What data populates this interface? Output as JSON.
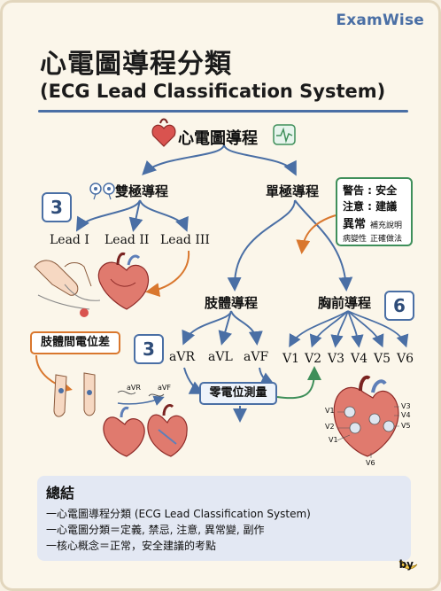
{
  "brand": "ExamWise",
  "title": "心電圖導程分類",
  "subtitle": "(ECG Lead Classification System)",
  "root": {
    "label": "心電圖導程",
    "icon": "heart-icon",
    "badge_icon": "ecg-wave-icon"
  },
  "bipolar": {
    "label": "雙極導程",
    "icon": "electrode-icon",
    "count": "3",
    "leads": [
      "Lead I",
      "Lead II",
      "Lead III"
    ]
  },
  "unipolar": {
    "label": "單極導程"
  },
  "warning": {
    "line1": "警告 : 安全",
    "line2": "注意 : 建議",
    "line3_main": "異常",
    "line3_note": "補充說明",
    "line4_a": "病變性",
    "line4_b": "正確做法"
  },
  "limb": {
    "label": "肢體導程",
    "count": "3",
    "leads": [
      "aVR",
      "aVL",
      "aVF"
    ],
    "diff_label": "肢體間電位差",
    "mini_labels": [
      "aVR",
      "aVF"
    ]
  },
  "chest": {
    "label": "胸前導程",
    "count": "6",
    "leads": [
      "V1",
      "V2",
      "V3",
      "V4",
      "V5",
      "V6"
    ],
    "heart_labels": [
      "V1",
      "V2",
      "V1",
      "V3",
      "V4",
      "V5",
      "V6"
    ]
  },
  "zero": {
    "label": "零電位測量"
  },
  "summary": {
    "title": "總結",
    "lines": [
      "一心電圖導程分類 (ECG Lead Classification System)",
      "一心電圖分類＝定義, 禁忌, 注意, 異常變, 副作",
      "一核心概念＝正常，安全建議的考點"
    ]
  },
  "byline": "by",
  "colors": {
    "accent": "#4a6fa5",
    "warning": "#3f8f5a",
    "highlight": "#d9772e",
    "heart": "#d9534f"
  }
}
